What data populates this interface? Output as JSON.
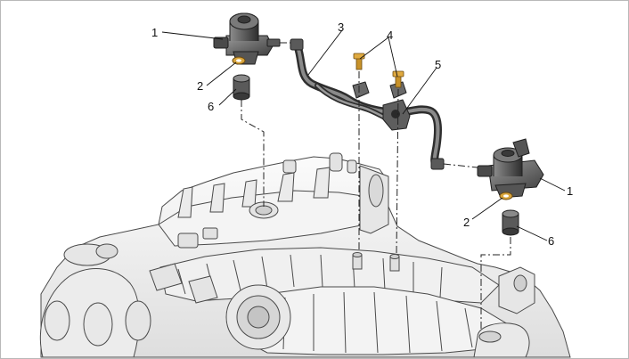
{
  "figure": {
    "callouts": {
      "c1_left": "1",
      "c2_left": "2",
      "c6_left": "6",
      "c3": "3",
      "c4": "4",
      "c5": "5",
      "c1_right": "1",
      "c2_right": "2",
      "c6_right": "6"
    },
    "colors": {
      "outline": "#3a3a3a",
      "engine_fill": "#f1f1f1",
      "engine_shadow": "#d6d6d6",
      "pump_fill": "#6b6b6b",
      "pump_dark": "#3c3c3c",
      "fuel_line": "#4a4a4a",
      "brass": "#d6a33a",
      "leader": "#111111"
    }
  }
}
